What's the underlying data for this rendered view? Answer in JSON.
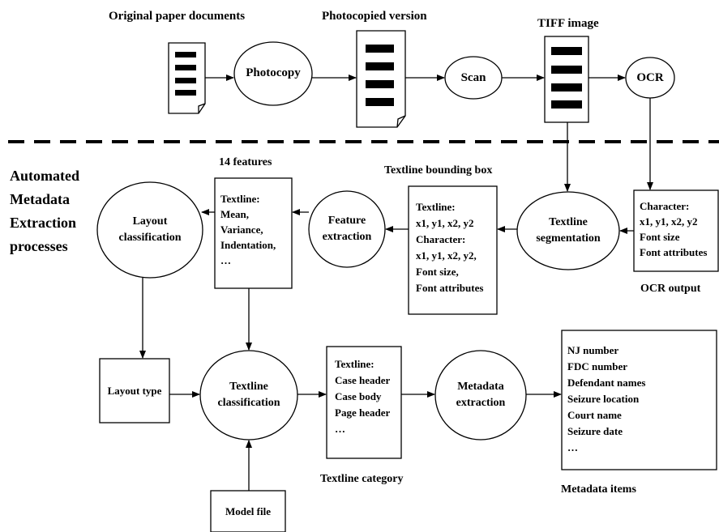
{
  "pipeline_top": {
    "labels": {
      "original_docs": "Original paper documents",
      "photocopied": "Photocopied version",
      "tiff": "TIFF image"
    },
    "nodes": {
      "photocopy": "Photocopy",
      "scan": "Scan",
      "ocr": "OCR"
    }
  },
  "section_title": [
    "Automated",
    "Metadata",
    "Extraction",
    "processes"
  ],
  "labels": {
    "features_14": "14 features",
    "bbox": "Textline bounding box",
    "ocr_output": "OCR output",
    "textline_category": "Textline category",
    "metadata_items": "Metadata items"
  },
  "nodes": {
    "layout_classification": [
      "Layout",
      "classification"
    ],
    "feature_extraction": [
      "Feature",
      "extraction"
    ],
    "textline_segmentation": [
      "Textline",
      "segmentation"
    ],
    "textline_classification": [
      "Textline",
      "classification"
    ],
    "metadata_extraction": [
      "Metadata",
      "extraction"
    ],
    "layout_type": "Layout type",
    "model_file": "Model file"
  },
  "boxes": {
    "features": [
      "Textline:",
      "Mean,",
      "Variance,",
      "Indentation,",
      "…"
    ],
    "bbox": [
      "Textline:",
      "x1, y1, x2, y2",
      "Character:",
      "x1, y1, x2, y2,",
      "Font size,",
      "Font attributes"
    ],
    "ocr_output": [
      "Character:",
      "x1, y1, x2, y2",
      "Font size",
      "Font attributes"
    ],
    "category": [
      "Textline:",
      "Case header",
      "Case body",
      "Page header",
      "…"
    ],
    "metadata": [
      "NJ number",
      "FDC number",
      "Defendant names",
      "Seizure location",
      "Court name",
      "Seizure date",
      "…"
    ]
  }
}
